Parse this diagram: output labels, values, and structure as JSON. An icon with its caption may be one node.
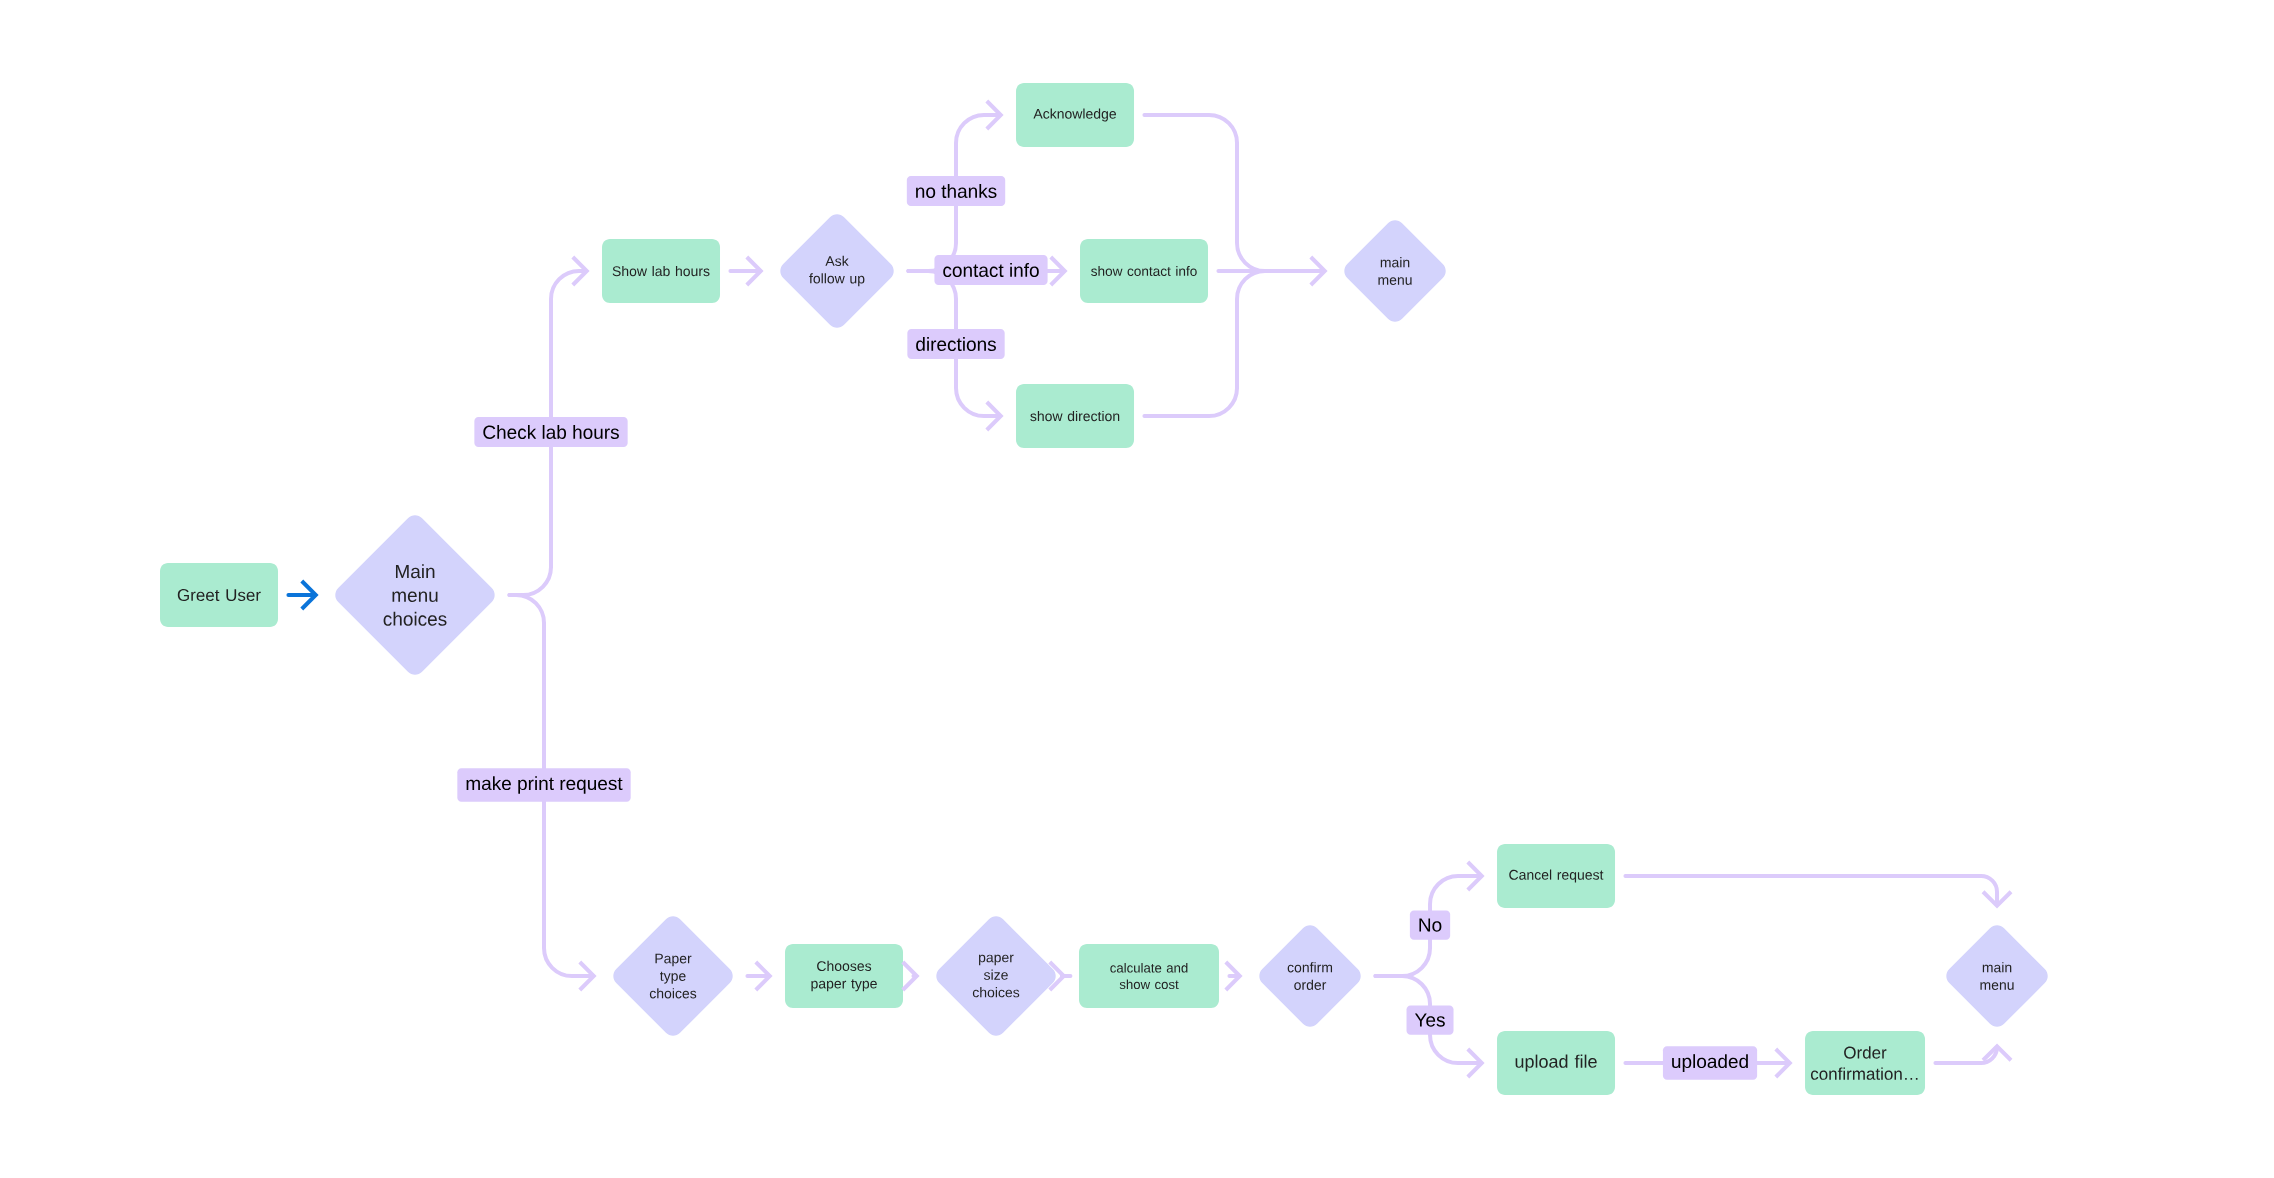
{
  "diagram": {
    "nodes": [
      {
        "text": [
          "Greet User"
        ]
      },
      {
        "text": [
          "Main menu choices"
        ]
      },
      {
        "text": [
          "Show lab hours"
        ]
      },
      {
        "text": [
          "Ask follow up"
        ]
      },
      {
        "text": [
          "Acknowledge"
        ]
      },
      {
        "text": [
          "show contact info"
        ]
      },
      {
        "text": [
          "show direction"
        ]
      },
      {
        "text": [
          "main menu"
        ]
      },
      {
        "text": [
          "Paper type choices"
        ]
      },
      {
        "text": [
          "Chooses paper type"
        ]
      },
      {
        "text": [
          "paper size choices"
        ]
      },
      {
        "text": [
          "calculate and show cost"
        ]
      },
      {
        "text": [
          "confirm order"
        ]
      },
      {
        "text": [
          "Cancel request"
        ]
      },
      {
        "text": [
          "upload file"
        ]
      },
      {
        "text": [
          "Order confirmation…"
        ]
      },
      {
        "text": [
          "main menu"
        ]
      }
    ],
    "edges": [
      {
        "from": 0,
        "to": 1,
        "arrow": "to",
        "color": "#0b74d9"
      },
      {
        "from": 1,
        "to": 2,
        "arrow": "to",
        "label": "Check lab hours"
      },
      {
        "from": 1,
        "to": 8,
        "arrow": "to",
        "label": "make print request"
      },
      {
        "from": 2,
        "to": 3,
        "arrow": "to"
      },
      {
        "from": 3,
        "to": 4,
        "arrow": "to",
        "label": "no thanks"
      },
      {
        "from": 3,
        "to": 5,
        "arrow": "to",
        "label": "contact info"
      },
      {
        "from": 3,
        "to": 6,
        "arrow": "to",
        "label": "directions"
      },
      {
        "from": 4,
        "to": 7,
        "arrow": "to"
      },
      {
        "from": 5,
        "to": 7,
        "arrow": "to"
      },
      {
        "from": 6,
        "to": 7,
        "arrow": "to"
      },
      {
        "from": 8,
        "to": 9,
        "arrow": "to"
      },
      {
        "from": 9,
        "to": 10,
        "arrow": "to"
      },
      {
        "from": 10,
        "to": 11,
        "arrow": "to"
      },
      {
        "from": 11,
        "to": 12,
        "arrow": "to"
      },
      {
        "from": 12,
        "to": 13,
        "arrow": "to",
        "label": "No"
      },
      {
        "from": 12,
        "to": 14,
        "arrow": "to",
        "label": "Yes"
      },
      {
        "from": 14,
        "to": 15,
        "arrow": "to",
        "label": "uploaded"
      },
      {
        "from": 13,
        "to": 16,
        "arrow": "to"
      },
      {
        "from": 15,
        "to": 16,
        "arrow": "to"
      }
    ]
  }
}
